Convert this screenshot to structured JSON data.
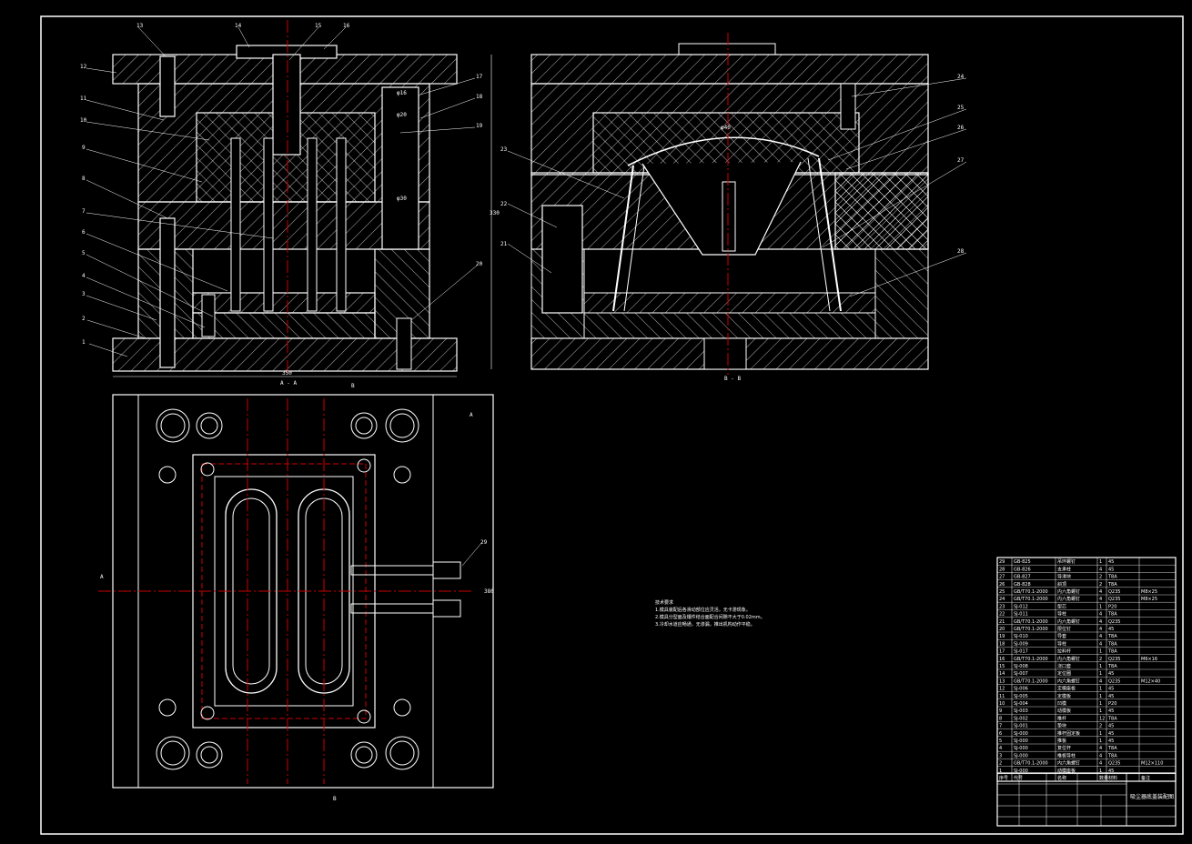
{
  "drawing": {
    "title": "吸尘器底盖装配图",
    "section_labels": {
      "left": "A - A",
      "right": "B - B"
    },
    "view_markers": [
      "A",
      "A",
      "B",
      "B"
    ],
    "dimensions": {
      "left_width": "350",
      "right_height": "330",
      "plan_height": "380",
      "top_dims": [
        "φ16",
        "φ20",
        "φ30",
        "φ40"
      ]
    },
    "part_numbers_left": [
      "1",
      "2",
      "3",
      "4",
      "5",
      "6",
      "7",
      "8",
      "9",
      "10",
      "11",
      "12",
      "13",
      "14",
      "15",
      "16",
      "17",
      "18",
      "19",
      "20"
    ],
    "part_numbers_right": [
      "21",
      "22",
      "23",
      "24",
      "25",
      "26",
      "27",
      "28"
    ],
    "part_number_plan": "29"
  },
  "notes": {
    "heading": "技术要求",
    "lines": [
      "1.模具装配后各滑动部位应灵活，无卡滞现象。",
      "2.模具分型面及镶件结合面配合间隙不大于0.02mm。",
      "3.冷却水道应畅通，无渗漏，推出机构动作平稳。"
    ]
  },
  "bom": {
    "rows": [
      [
        "29",
        "GB-825",
        "吊环螺钉",
        "1",
        "45",
        ""
      ],
      [
        "28",
        "GB-826",
        "支承柱",
        "4",
        "45",
        ""
      ],
      [
        "27",
        "GB-827",
        "导滑块",
        "2",
        "T8A",
        ""
      ],
      [
        "26",
        "GB-828",
        "斜顶",
        "2",
        "T8A",
        ""
      ],
      [
        "25",
        "GB/T70.1-2000",
        "内六角螺钉",
        "4",
        "Q235",
        "M8×25"
      ],
      [
        "24",
        "GB/T70.1-2000",
        "内六角螺钉",
        "4",
        "Q235",
        "M8×25"
      ],
      [
        "23",
        "SJ-012",
        "型芯",
        "1",
        "P20",
        ""
      ],
      [
        "22",
        "SJ-011",
        "导柱",
        "4",
        "T8A",
        ""
      ],
      [
        "21",
        "GB/T70.1-2000",
        "内六角螺钉",
        "4",
        "Q235",
        ""
      ],
      [
        "20",
        "GB/T70.1-2000",
        "限位钉",
        "4",
        "45",
        ""
      ],
      [
        "19",
        "SJ-010",
        "导套",
        "4",
        "T8A",
        ""
      ],
      [
        "18",
        "SJ-009",
        "导柱",
        "4",
        "T8A",
        ""
      ],
      [
        "17",
        "SJ-017",
        "拉料杆",
        "1",
        "T8A",
        ""
      ],
      [
        "16",
        "GB/T70.1-2000",
        "内六角螺钉",
        "2",
        "Q235",
        "M6×16"
      ],
      [
        "15",
        "SJ-008",
        "浇口套",
        "1",
        "T8A",
        ""
      ],
      [
        "14",
        "SJ-007",
        "定位圈",
        "1",
        "45",
        ""
      ],
      [
        "13",
        "GB/T70.1-2000",
        "内六角螺钉",
        "4",
        "Q235",
        "M12×40"
      ],
      [
        "12",
        "SJ-006",
        "定模座板",
        "1",
        "45",
        ""
      ],
      [
        "11",
        "SJ-005",
        "定模板",
        "1",
        "45",
        ""
      ],
      [
        "10",
        "SJ-004",
        "凹模",
        "1",
        "P20",
        ""
      ],
      [
        "9",
        "SJ-003",
        "动模板",
        "1",
        "45",
        ""
      ],
      [
        "8",
        "SJ-002",
        "推杆",
        "12",
        "T8A",
        ""
      ],
      [
        "7",
        "SJ-001",
        "垫块",
        "2",
        "45",
        ""
      ],
      [
        "6",
        "SJ-000",
        "推杆固定板",
        "1",
        "45",
        ""
      ],
      [
        "5",
        "SJ-000",
        "推板",
        "1",
        "45",
        ""
      ],
      [
        "4",
        "SJ-000",
        "复位杆",
        "4",
        "T8A",
        ""
      ],
      [
        "3",
        "SJ-000",
        "推板导柱",
        "4",
        "T8A",
        ""
      ],
      [
        "2",
        "GB/T70.1-2000",
        "内六角螺钉",
        "4",
        "Q235",
        "M12×110"
      ],
      [
        "1",
        "SJ-000",
        "动模座板",
        "1",
        "45",
        ""
      ]
    ],
    "header": [
      "序号",
      "代号",
      "名称",
      "数量",
      "材料",
      "备注"
    ]
  }
}
